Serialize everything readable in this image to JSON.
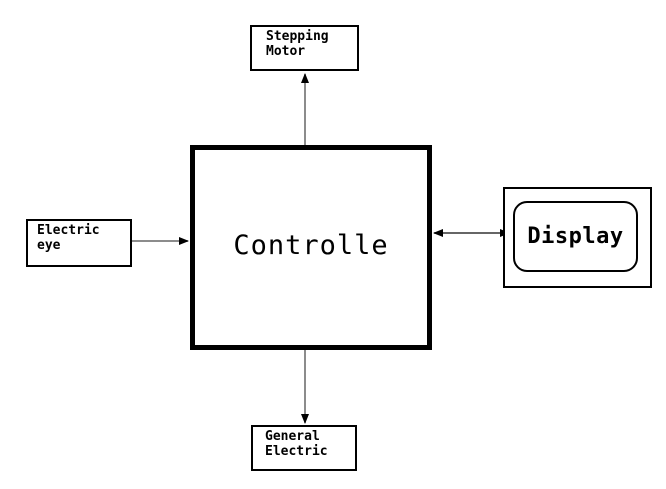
{
  "diagram": {
    "stepping_motor": {
      "line1": "Stepping",
      "line2": "Motor"
    },
    "electric_eye": {
      "line1": "Electric",
      "line2": "eye"
    },
    "controller": {
      "label": "Controlle"
    },
    "display": {
      "label": "Display"
    },
    "general_electric": {
      "line1": "General",
      "line2": "Electric"
    }
  }
}
